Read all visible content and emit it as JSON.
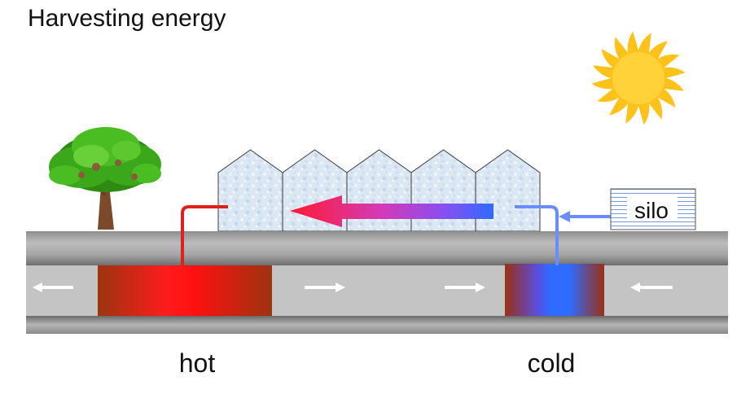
{
  "title": "Harvesting energy",
  "labels": {
    "silo": "silo",
    "hot": "hot",
    "cold": "cold"
  },
  "icons": [
    "sun-icon",
    "tree-icon",
    "greenhouse-icon",
    "silo-icon",
    "arrow-left-icon",
    "arrow-right-icon"
  ],
  "colors": {
    "hot": "#ff1a1a",
    "hot_edge": "#a0340c",
    "cold": "#2f6bff",
    "cold_edge": "#9a3010",
    "ground": "#b0b0b0",
    "aquifer": "#c0c0c0",
    "sun": "#ffc21a",
    "tree_leaves": "#3aa81a",
    "trunk": "#7a4a2a",
    "pipe_cold": "#6a8cff",
    "pipe_hot": "#e0201a"
  }
}
